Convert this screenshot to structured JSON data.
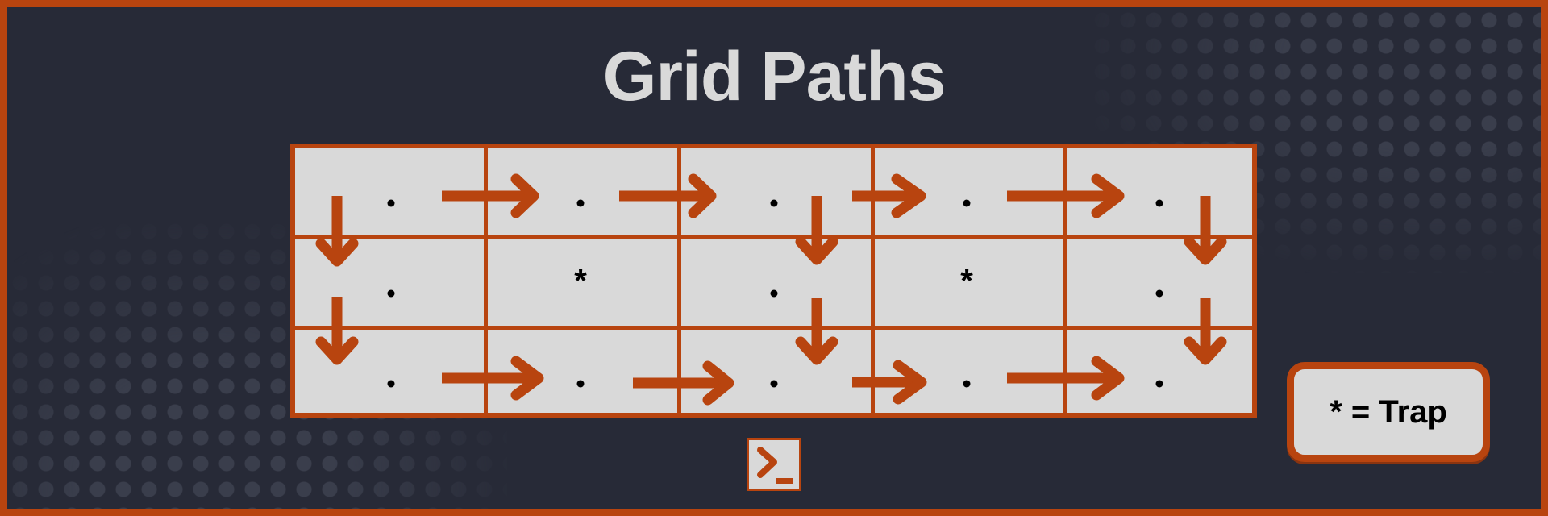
{
  "title": "Grid Paths",
  "legend": {
    "label": "* = Trap"
  },
  "colors": {
    "accent": "#B8440F",
    "background": "#272A37",
    "cell_fill": "#D9D9D9",
    "title_text": "#D9D9D9",
    "marker": "#000000"
  },
  "icons": {
    "terminal": "terminal-prompt-icon"
  },
  "grid": {
    "rows": 3,
    "cols": 5,
    "cells": [
      [
        ".",
        ".",
        ".",
        ".",
        "."
      ],
      [
        ".",
        "*",
        ".",
        "*",
        "."
      ],
      [
        ".",
        ".",
        ".",
        ".",
        "."
      ]
    ],
    "trap_symbol": "*",
    "path_arrows": [
      {
        "from": [
          0,
          0
        ],
        "to": [
          1,
          0
        ],
        "dir": "down"
      },
      {
        "from": [
          1,
          0
        ],
        "to": [
          2,
          0
        ],
        "dir": "down"
      },
      {
        "from": [
          0,
          0
        ],
        "to": [
          0,
          1
        ],
        "dir": "right"
      },
      {
        "from": [
          0,
          1
        ],
        "to": [
          0,
          2
        ],
        "dir": "right"
      },
      {
        "from": [
          0,
          2
        ],
        "to": [
          0,
          3
        ],
        "dir": "right"
      },
      {
        "from": [
          0,
          3
        ],
        "to": [
          0,
          4
        ],
        "dir": "right"
      },
      {
        "from": [
          0,
          2
        ],
        "to": [
          1,
          2
        ],
        "dir": "down"
      },
      {
        "from": [
          1,
          2
        ],
        "to": [
          2,
          2
        ],
        "dir": "down"
      },
      {
        "from": [
          0,
          4
        ],
        "to": [
          1,
          4
        ],
        "dir": "down"
      },
      {
        "from": [
          1,
          4
        ],
        "to": [
          2,
          4
        ],
        "dir": "down"
      },
      {
        "from": [
          2,
          0
        ],
        "to": [
          2,
          1
        ],
        "dir": "right"
      },
      {
        "from": [
          2,
          1
        ],
        "to": [
          2,
          2
        ],
        "dir": "right"
      },
      {
        "from": [
          2,
          2
        ],
        "to": [
          2,
          3
        ],
        "dir": "right"
      },
      {
        "from": [
          2,
          3
        ],
        "to": [
          2,
          4
        ],
        "dir": "right"
      }
    ]
  }
}
